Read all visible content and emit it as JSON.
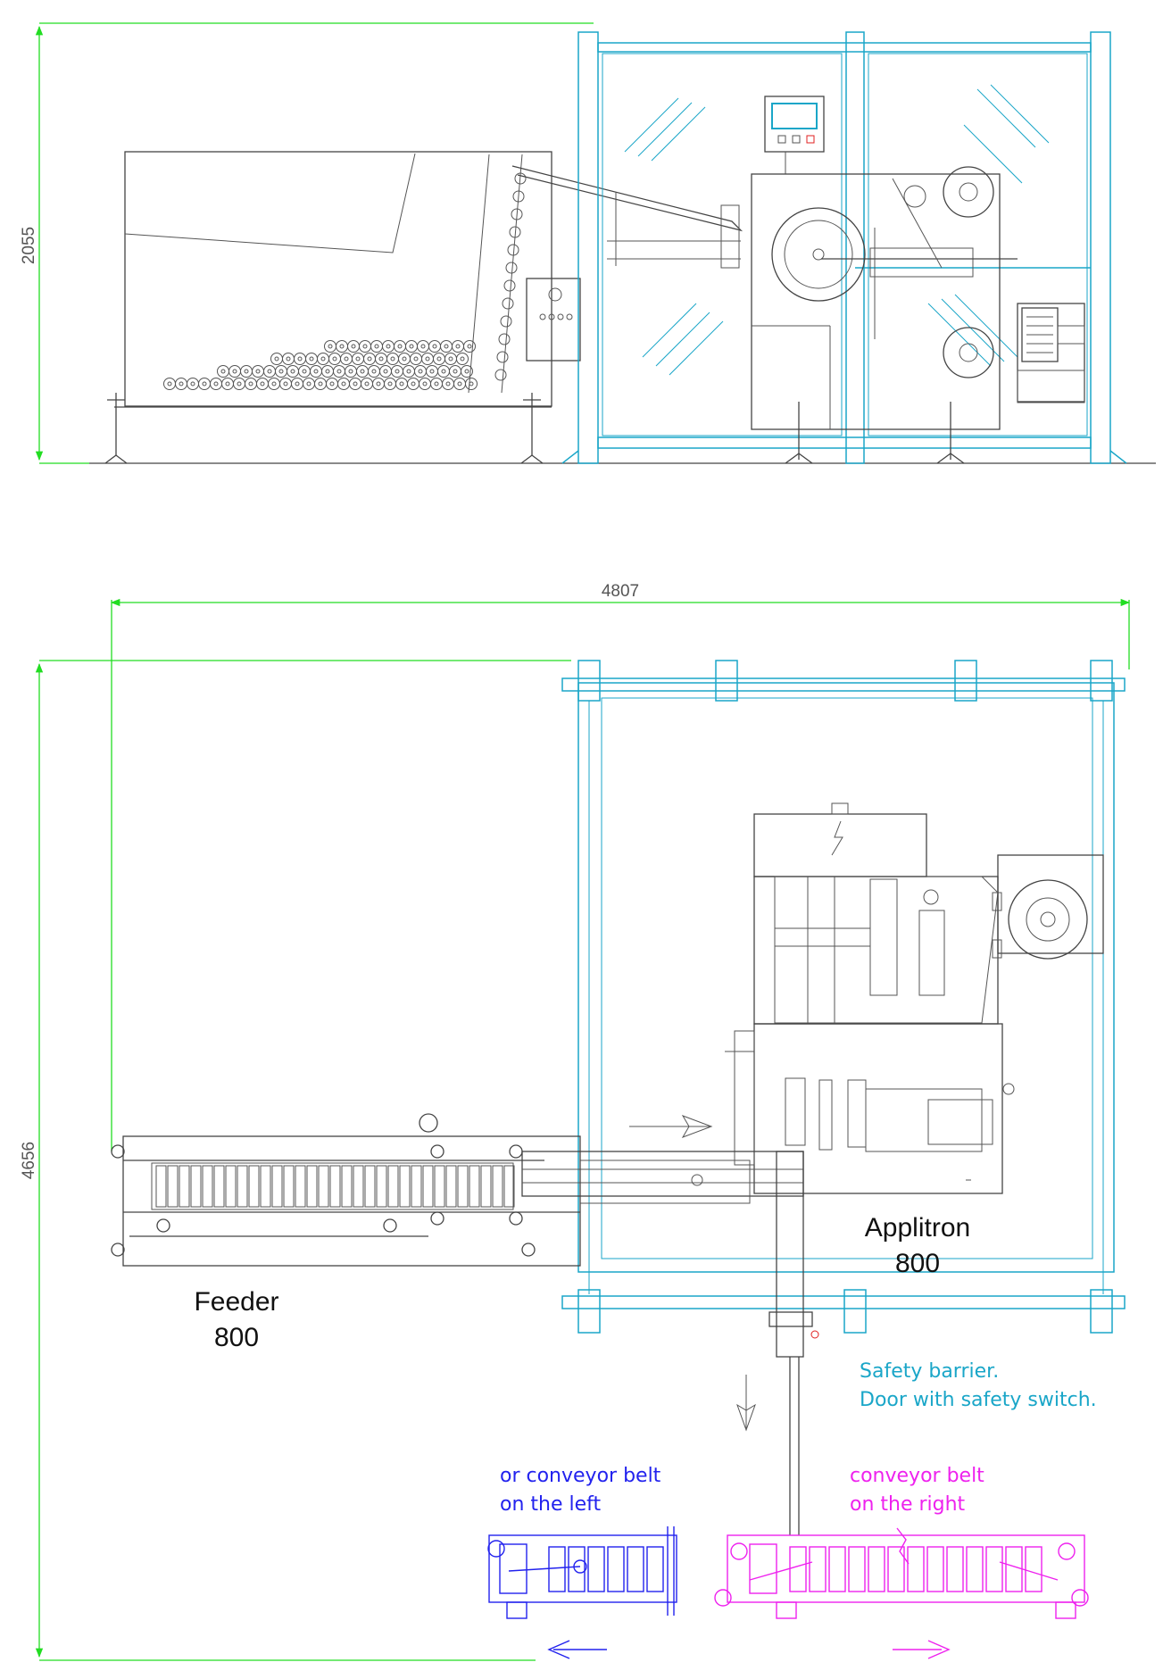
{
  "dimensions": {
    "height_side": "2055",
    "width_top": "4807",
    "height_top": "4656"
  },
  "labels": {
    "feeder_name": "Feeder",
    "feeder_model": "800",
    "applitron_name": "Applitron",
    "applitron_model": "800"
  },
  "notes": {
    "safety_line1": "Safety barrier.",
    "safety_line2": "Door with safety switch.",
    "left_line1": "or conveyor belt",
    "left_line2": "on the left",
    "right_line1": "conveyor belt",
    "right_line2": "on the right"
  },
  "colors": {
    "drawing_lines": "#444444",
    "safety_barrier": "#1aa6c8",
    "dimension_lines": "#22dd22",
    "left_conveyor": "#2222ee",
    "right_conveyor": "#ee22ee",
    "hmi_screen": "#1aa6c8",
    "stop_marker": "#e02020"
  }
}
